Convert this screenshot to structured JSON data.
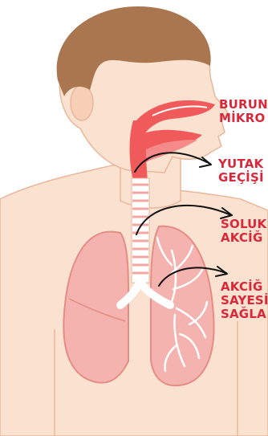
{
  "colors": {
    "label_red": "#d8283a",
    "skin": "#fbe2d0",
    "skin_outline": "#e9b79c",
    "hair": "#a9764f",
    "lung_fill": "#f4b3ae",
    "lung_outline": "#e58c85",
    "airway": "#f05a5a",
    "bronchi": "#ffffff",
    "arrow": "#111111"
  },
  "labels": [
    {
      "lines": [
        "BURUN",
        "MİKRO"
      ]
    },
    {
      "lines": [
        "YUTAK",
        "GEÇİŞİ"
      ]
    },
    {
      "lines": [
        "SOLUK",
        "AKCİĞ"
      ]
    },
    {
      "lines": [
        "AKCİĞ",
        "SAYESİ",
        "SAĞLA"
      ]
    }
  ]
}
